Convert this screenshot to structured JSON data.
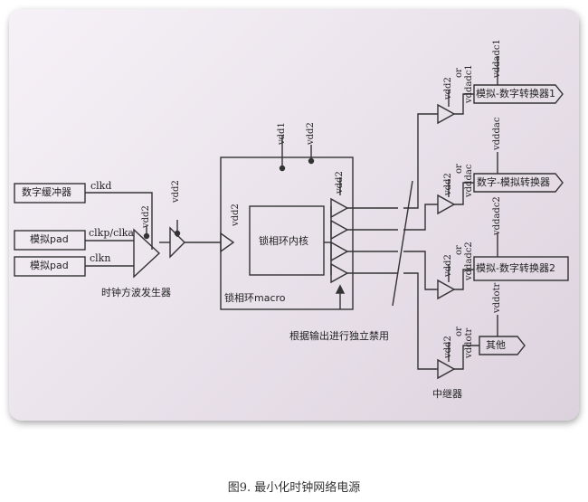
{
  "inputs": {
    "digital_buffer": "数字缓冲器",
    "analog_pad_1": "模拟pad",
    "analog_pad_2": "模拟pad"
  },
  "signals": {
    "clkd": "clkd",
    "clkp": "clkp/clka",
    "clkn": "clkn"
  },
  "supplies": {
    "vdd2": "vdd2",
    "vdd1": "vdd1",
    "or": "or",
    "vddadc1": "vddadc1",
    "vdddac": "vdddac",
    "vddadc2": "vddadc2",
    "vddotr": "vddotr"
  },
  "blocks": {
    "clock_rx": "时钟方波发生器",
    "pll_core": "锁相环内核",
    "pll_macro": "锁相环macro",
    "disable_note": "根据输出进行独立禁用",
    "repeater": "中继器"
  },
  "outputs": {
    "adc1": "模拟-数字转换器1",
    "dac": "数字-模拟转换器",
    "adc2": "模拟-数字转换器2",
    "other": "其他"
  },
  "caption": "图9.  最小化时钟网络电源"
}
